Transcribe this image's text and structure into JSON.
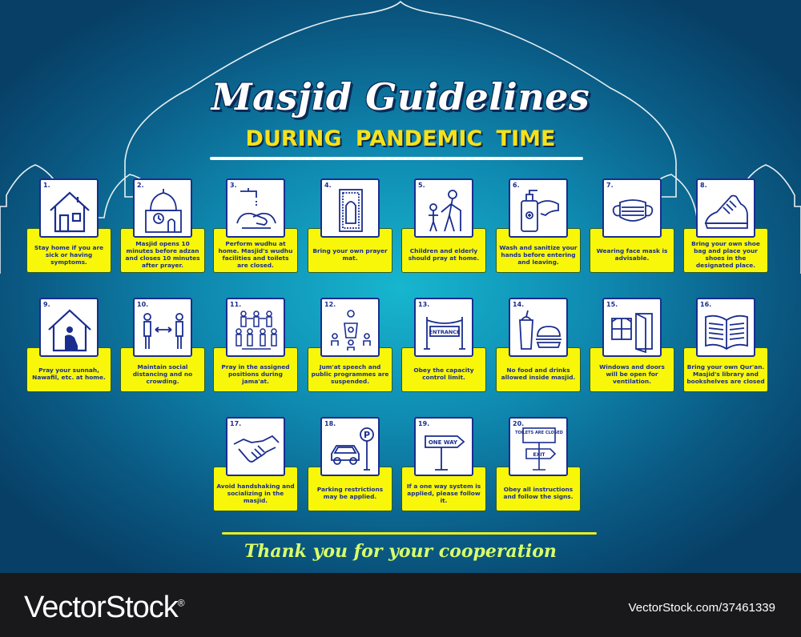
{
  "header": {
    "title": "Masjid Guidelines",
    "subtitle": "DURING PANDEMIC TIME"
  },
  "colors": {
    "accent_yellow": "#f8f70a",
    "icon_blue": "#1a2d8f",
    "background": "#0f89b0"
  },
  "guidelines": [
    {
      "number": "1.",
      "icon": "house-icon",
      "text": "Stay home if you are sick or having symptoms."
    },
    {
      "number": "2.",
      "icon": "masjid-clock-icon",
      "text": "Masjid opens 10 minutes before adzan and closes 10 minutes after prayer."
    },
    {
      "number": "3.",
      "icon": "wudhu-tap-icon",
      "text": "Perform wudhu at home. Masjid's wudhu facilities and toilets are closed."
    },
    {
      "number": "4.",
      "icon": "prayer-mat-icon",
      "text": "Bring your own prayer mat."
    },
    {
      "number": "5.",
      "icon": "child-elderly-icon",
      "text": "Children and elderly should pray at home."
    },
    {
      "number": "6.",
      "icon": "hand-sanitizer-icon",
      "text": "Wash and sanitize your hands before entering and leaving."
    },
    {
      "number": "7.",
      "icon": "face-mask-icon",
      "text": "Wearing face mask is advisable."
    },
    {
      "number": "8.",
      "icon": "shoe-icon",
      "text": "Bring your own shoe bag and place your shoes in the designated place."
    },
    {
      "number": "9.",
      "icon": "home-prayer-icon",
      "text": "Pray your sunnah, Nawafil, etc. at home."
    },
    {
      "number": "10.",
      "icon": "social-distance-icon",
      "text": "Maintain social distancing and no crowding."
    },
    {
      "number": "11.",
      "icon": "assigned-positions-icon",
      "text": "Pray in the assigned positions during jama'at."
    },
    {
      "number": "12.",
      "icon": "speech-podium-icon",
      "text": "Jum'at speech and public programmes are suspended."
    },
    {
      "number": "13.",
      "icon": "entrance-barrier-icon",
      "text": "Obey the capacity control limit.",
      "sign": "ENTRANCE"
    },
    {
      "number": "14.",
      "icon": "food-drink-icon",
      "text": "No food and drinks allowed inside masjid."
    },
    {
      "number": "15.",
      "icon": "window-door-icon",
      "text": "Windows and doors will be open for ventilation."
    },
    {
      "number": "16.",
      "icon": "open-book-icon",
      "text": "Bring your own Qur'an. Masjid's library and bookshelves are closed"
    },
    {
      "number": "17.",
      "icon": "handshake-icon",
      "text": "Avoid handshaking and socializing in  the masjid."
    },
    {
      "number": "18.",
      "icon": "parking-car-icon",
      "text": "Parking restrictions may be applied.",
      "sign": "P"
    },
    {
      "number": "19.",
      "icon": "one-way-sign-icon",
      "text": "If a one way system is applied, please follow it.",
      "sign": "ONE WAY"
    },
    {
      "number": "20.",
      "icon": "toilet-exit-sign-icon",
      "text": "Obey all instructions and follow the signs.",
      "sign": "TOILETS ARE CLOSED",
      "sign2": "EXIT"
    }
  ],
  "footer_message": "Thank you for your cooperation",
  "watermark": {
    "brand": "VectorStock",
    "reg_mark": "®",
    "url": "VectorStock.com/37461339"
  }
}
